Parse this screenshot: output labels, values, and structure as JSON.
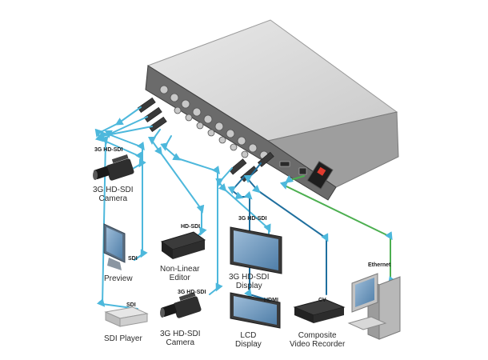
{
  "labels": {
    "cam1_tag": "3G HD-SDI",
    "cam1_name": [
      "3G HD-SDI",
      "Camera"
    ],
    "preview_tag": "SDI",
    "preview_name": "Preview",
    "sdiplayer_tag": "SDI",
    "sdiplayer_name": "SDI Player",
    "editor_tag": "HD-SDI",
    "editor_name": [
      "Non-Linear",
      "Editor"
    ],
    "cam2_tag": "3G HD-SDI",
    "cam2_name": [
      "3G HD-SDI",
      "Camera"
    ],
    "display_tag": "3G HD-SDI",
    "display_name": [
      "3G HD-SDI",
      "Display"
    ],
    "lcd_tag": "HDMI",
    "lcd_name": [
      "LCD",
      "Display"
    ],
    "recorder_tag": "CV",
    "recorder_name": [
      "Composite",
      "Video Recorder"
    ],
    "pc_tag": "Ethernet"
  },
  "colors": {
    "sdi_cable": "#4db8dc",
    "cv_cable": "#1f6f9e",
    "ethernet_cable": "#4caf50",
    "chassis_front": "#6e6e6e",
    "chassis_top": "#d8d8d8",
    "monitor_blue": "#7fa6c9"
  }
}
